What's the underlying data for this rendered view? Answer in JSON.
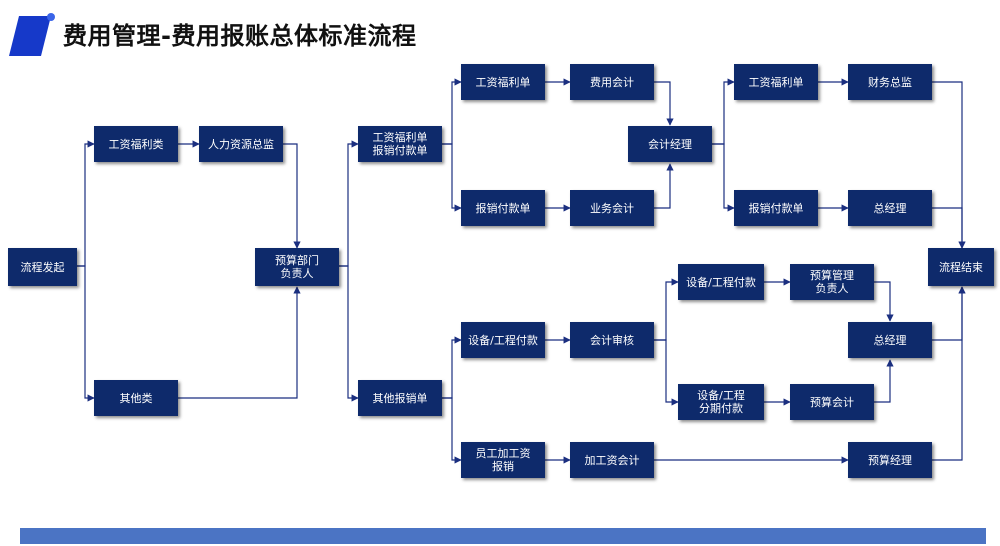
{
  "header": {
    "title": "费用管理-费用报账总体标准流程"
  },
  "colors": {
    "node_fill": "#0e2a6b",
    "node_text": "#ffffff",
    "connector": "#1b2f80",
    "footer_bar": "#4b74c4",
    "logo_blue": "#1639c9",
    "logo_dot": "#3a64e8"
  },
  "flow": {
    "nodes": [
      {
        "id": "start",
        "label": "流程发起"
      },
      {
        "id": "salary1",
        "label": "工资福利类"
      },
      {
        "id": "hr",
        "label": "人力资源总监"
      },
      {
        "id": "other1",
        "label": "其他类"
      },
      {
        "id": "budget_dept",
        "label": "预算部门\n负责人"
      },
      {
        "id": "salary_reim",
        "label": "工资福利单\n报销付款单"
      },
      {
        "id": "other_reim",
        "label": "其他报销单"
      },
      {
        "id": "salary2",
        "label": "工资福利单"
      },
      {
        "id": "reim_pay1",
        "label": "报销付款单"
      },
      {
        "id": "fee_acct",
        "label": "费用会计"
      },
      {
        "id": "biz_acct",
        "label": "业务会计"
      },
      {
        "id": "acct_mgr",
        "label": "会计经理"
      },
      {
        "id": "salary3",
        "label": "工资福利单"
      },
      {
        "id": "reim_pay2",
        "label": "报销付款单"
      },
      {
        "id": "fin_dir",
        "label": "财务总监"
      },
      {
        "id": "gm1",
        "label": "总经理"
      },
      {
        "id": "end",
        "label": "流程结束"
      },
      {
        "id": "equip_pay",
        "label": "设备/工程付款"
      },
      {
        "id": "acct_review",
        "label": "会计审核"
      },
      {
        "id": "equip_pay2",
        "label": "设备/工程付款"
      },
      {
        "id": "equip_install",
        "label": "设备/工程\n分期付款"
      },
      {
        "id": "budget_mgmt",
        "label": "预算管理\n负责人"
      },
      {
        "id": "budget_acct",
        "label": "预算会计"
      },
      {
        "id": "gm2",
        "label": "总经理"
      },
      {
        "id": "overtime",
        "label": "员工加工资\n报销"
      },
      {
        "id": "overtime_acct",
        "label": "加工资会计"
      },
      {
        "id": "budget_mgr",
        "label": "预算经理"
      }
    ]
  }
}
